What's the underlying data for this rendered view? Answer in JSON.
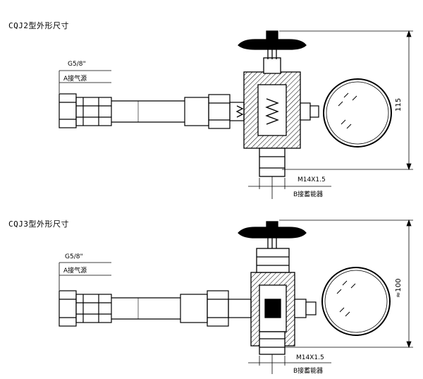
{
  "diagrams": [
    {
      "title": "CQJ2型外形尺寸",
      "thread_label": "G5/8\"",
      "source_label": "A接气源",
      "height_dim": "115",
      "port_dim": "M14X1.5",
      "port_label": "B接蓄能器"
    },
    {
      "title": "CQJ3型外形尺寸",
      "thread_label": "G5/8\"",
      "source_label": "A接气源",
      "height_dim": "≈100",
      "port_dim": "M14X1.5",
      "port_label": "B接蓄能器"
    }
  ]
}
